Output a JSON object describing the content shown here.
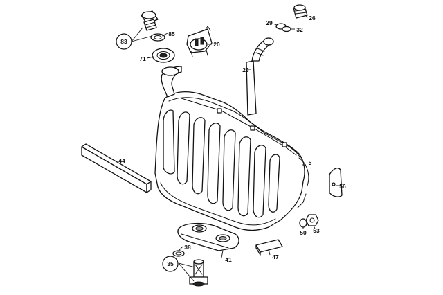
{
  "callouts": {
    "c5": "5",
    "c20": "20",
    "c23": "23",
    "c26": "26",
    "c29": "29",
    "c32": "32",
    "c35": "35",
    "c38": "38",
    "c41": "41",
    "c44": "44",
    "c47": "47",
    "c50": "50",
    "c53": "53",
    "c56": "56",
    "c71": "71",
    "c83": "83",
    "c85": "85"
  }
}
